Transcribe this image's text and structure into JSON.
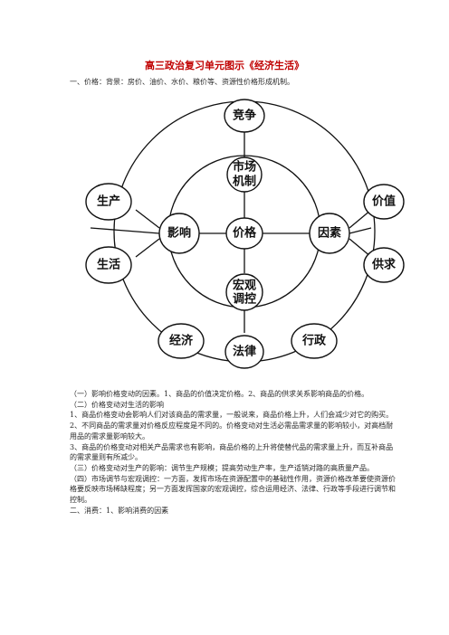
{
  "doc_title": "高三政治复习单元图示《经济生活》",
  "intro": "一、价格：背景：房价、油价、水价、粮价等、资源性价格形成机制。",
  "diagram": {
    "center": "价格",
    "top_inner_line1": "市场",
    "top_inner_line2": "机制",
    "left_inner": "影响",
    "right_inner": "因素",
    "bottom_inner_line1": "宏观",
    "bottom_inner_line2": "调控",
    "outer_top": "竞争",
    "outer_left_upper": "生产",
    "outer_right_upper": "价值",
    "outer_left_lower": "生活",
    "outer_right_lower": "供求",
    "outer_bottom_left": "经济",
    "outer_bottom": "法律",
    "outer_bottom_right": "行政"
  },
  "paragraphs": [
    "（一）影响价格变动的因素。1、商品的价值决定价格。2、商品的供求关系影响商品的价格。",
    "（二）价格变动对生活的影响",
    "1、商品价格变动会影响人们对该商品的需求量，一般说来，商品价格上升，人们会减少对它的购买。",
    "2、不同商品的需求量对价格反应程度是不同的。价格变动对生活必需品需求量的影响较小，对高档耐用品的需求量影响较大。",
    "3、商品的价格变动对相关产品需求也有影响，商品价格的上升将使替代品的需求量上升，而互补商品的需求量则有所减少。",
    "（三）价格变动对生产的影响：调节生产规模；提高劳动生产率，生产适销对路的高质量产品。",
    "（四）市场调节与宏观调控：一方面，发挥市场在资源配置中的基础性作用，资源价格改革要使资源价格要反映市场稀缺程度；另一方面发挥国家的宏观调控，综合运用经济、法律、行政等手段进行调节和控制。",
    "二、消费：1、影响消费的因素"
  ]
}
